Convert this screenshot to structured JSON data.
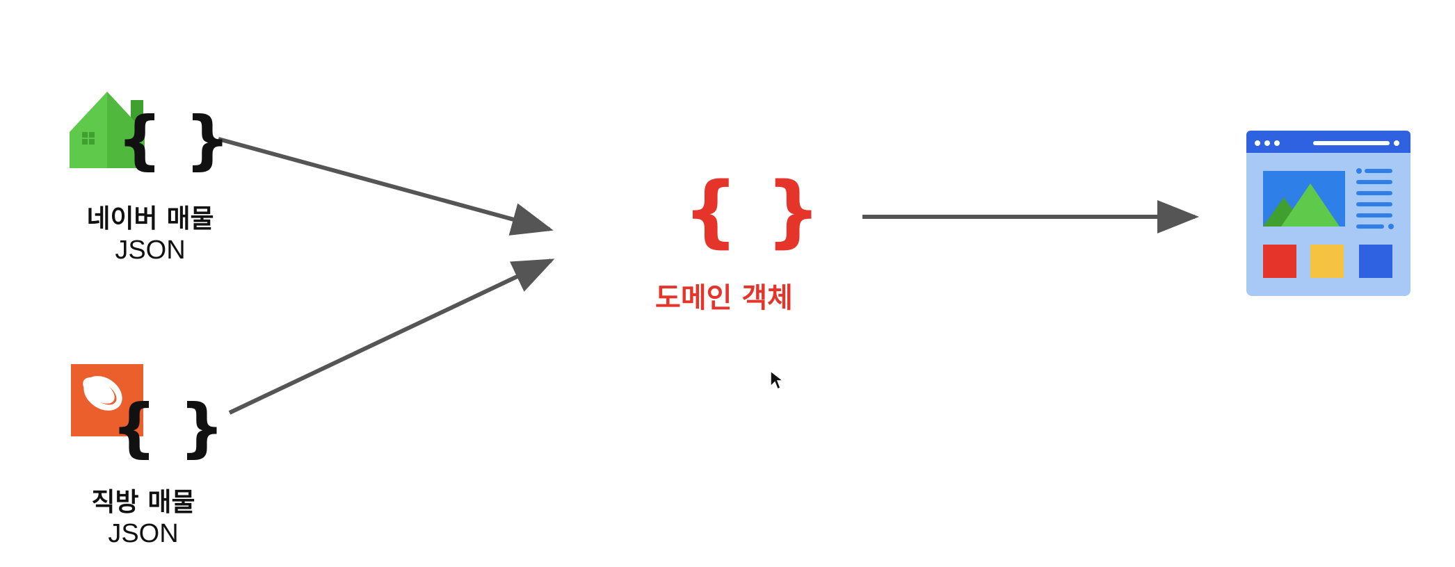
{
  "sources": [
    {
      "name": "네이버 매물",
      "format": "JSON",
      "icon": "naver-house-icon",
      "color": "#5ec94a"
    },
    {
      "name": "직방 매물",
      "format": "JSON",
      "icon": "zigbang-icon",
      "color": "#ea5f2c"
    }
  ],
  "domain": {
    "braces": "{ }",
    "label": "도메인 객체",
    "color": "#e5342a"
  },
  "target": {
    "icon": "webpage-icon",
    "accent": "#2f62e0"
  },
  "arrow_color": "#555555"
}
